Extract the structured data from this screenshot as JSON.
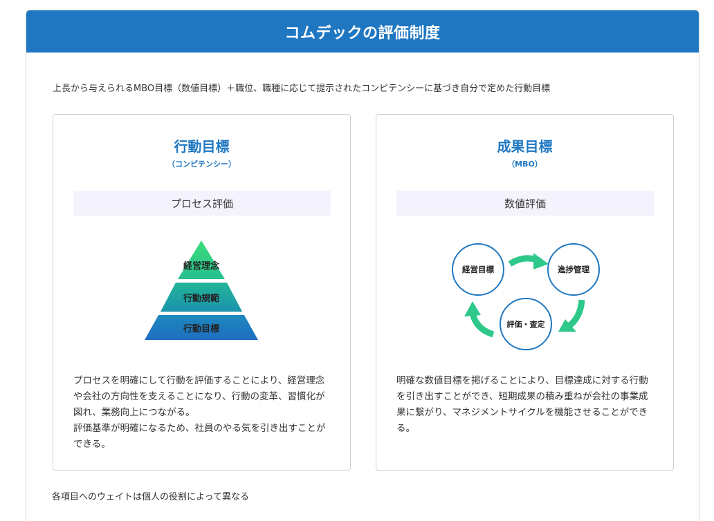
{
  "header": {
    "title": "コムデックの評価制度"
  },
  "intro": "上長から与えられるMBO目標（数値目標）＋職位、職種に応じて提示されたコンピテンシーに基づき自分で定めた行動目標",
  "cards": [
    {
      "title": "行動目標",
      "subtitle": "（コンピテンシー）",
      "eval_label": "プロセス評価",
      "pyramid_levels": [
        "経営理念",
        "行動規範",
        "行動目標"
      ],
      "description": [
        "プロセスを明確にして行動を評価することにより、経営理念や会社の方向性を支えることになり、行動の変革、習慣化が図れ、業務向上につながる。",
        "評価基準が明確になるため、社員のやる気を引き出すことができる。"
      ]
    },
    {
      "title": "成果目標",
      "subtitle": "（MBO）",
      "eval_label": "数値評価",
      "cycle_steps": [
        "経営目標",
        "進捗管理",
        "評価・査定"
      ],
      "description": [
        "明確な数値目標を掲げることにより、目標達成に対する行動を引き出すことができ、短期成果の積み重ねが会社の事業成果に繋がり、マネジメントサイクルを機能させることができる。"
      ]
    }
  ],
  "footer_note": "各項目へのウェイトは個人の役割によって異なる",
  "colors": {
    "header_blue": "#1f77c2",
    "eval_box_bg": "#f3f2fd",
    "pyramid_top": "#2ecc87",
    "pyramid_middle": "#1ea7a0",
    "pyramid_bottom": "#1f77c2",
    "cycle_arrow": "#2ec98a",
    "cycle_circle_border": "#1f77c2"
  }
}
